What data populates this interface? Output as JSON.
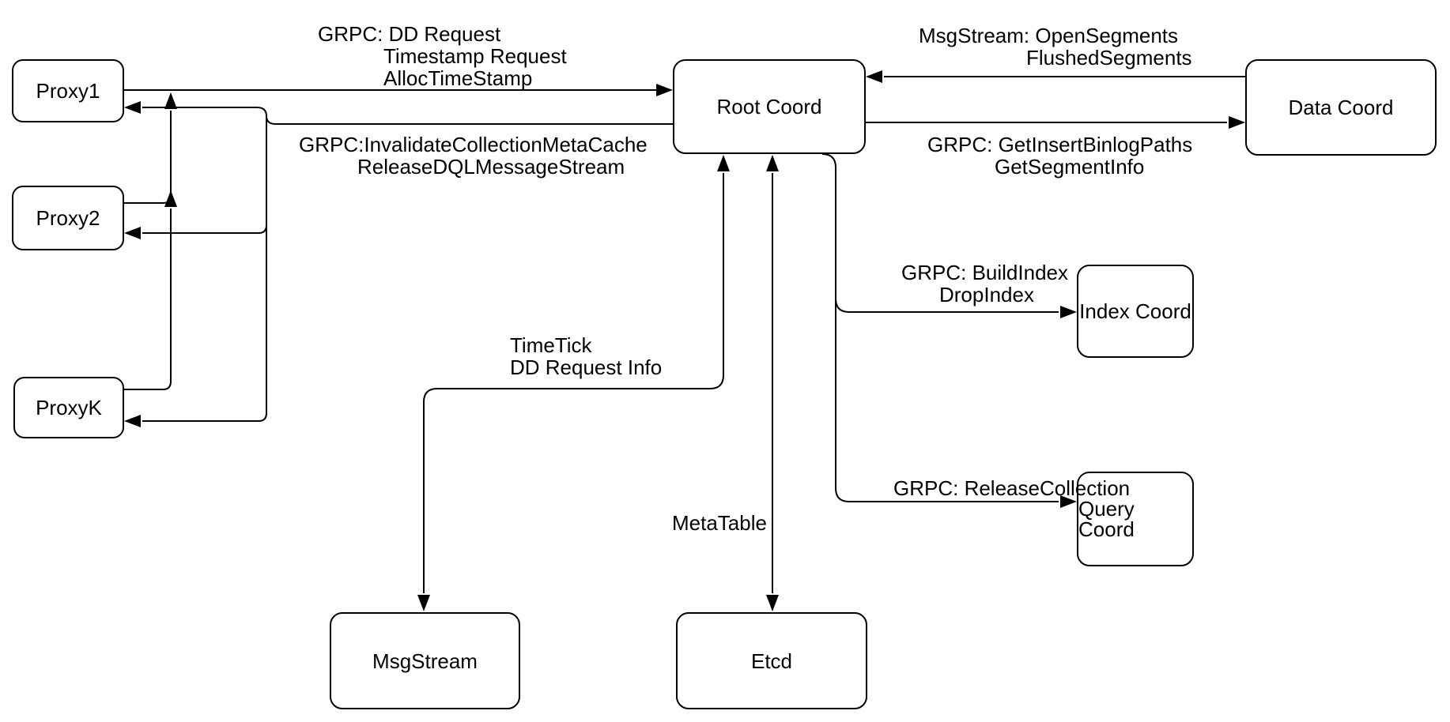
{
  "nodes": {
    "proxy1": {
      "label": "Proxy1"
    },
    "proxy2": {
      "label": "Proxy2"
    },
    "proxyk": {
      "label": "ProxyK"
    },
    "root_coord": {
      "label": "Root Coord"
    },
    "data_coord": {
      "label": "Data Coord"
    },
    "index_coord": {
      "label": "Index Coord"
    },
    "query_coord": {
      "label": "Query Coord"
    },
    "msgstream": {
      "label": "MsgStream"
    },
    "etcd": {
      "label": "Etcd"
    }
  },
  "edge_labels": {
    "proxy_to_root": {
      "line1": "GRPC: DD Request",
      "line2": "Timestamp Request",
      "line3": "AllocTimeStamp"
    },
    "root_to_proxy": {
      "line1": "GRPC:InvalidateCollectionMetaCache",
      "line2": "ReleaseDQLMessageStream"
    },
    "data_to_root": {
      "line1": "MsgStream: OpenSegments",
      "line2": "FlushedSegments"
    },
    "root_to_data": {
      "line1": "GRPC: GetInsertBinlogPaths",
      "line2": "GetSegmentInfo"
    },
    "root_to_index": {
      "line1": "GRPC: BuildIndex",
      "line2": "DropIndex"
    },
    "root_to_query": {
      "line1": "GRPC: ReleaseCollection"
    },
    "root_to_msgstream": {
      "line1": "TimeTick",
      "line2": "DD Request Info"
    },
    "root_to_etcd": {
      "line1": "MetaTable"
    }
  },
  "colors": {
    "stroke": "#000000",
    "node_fill": "#ffffff",
    "background": "#ffffff",
    "text": "#000000"
  }
}
